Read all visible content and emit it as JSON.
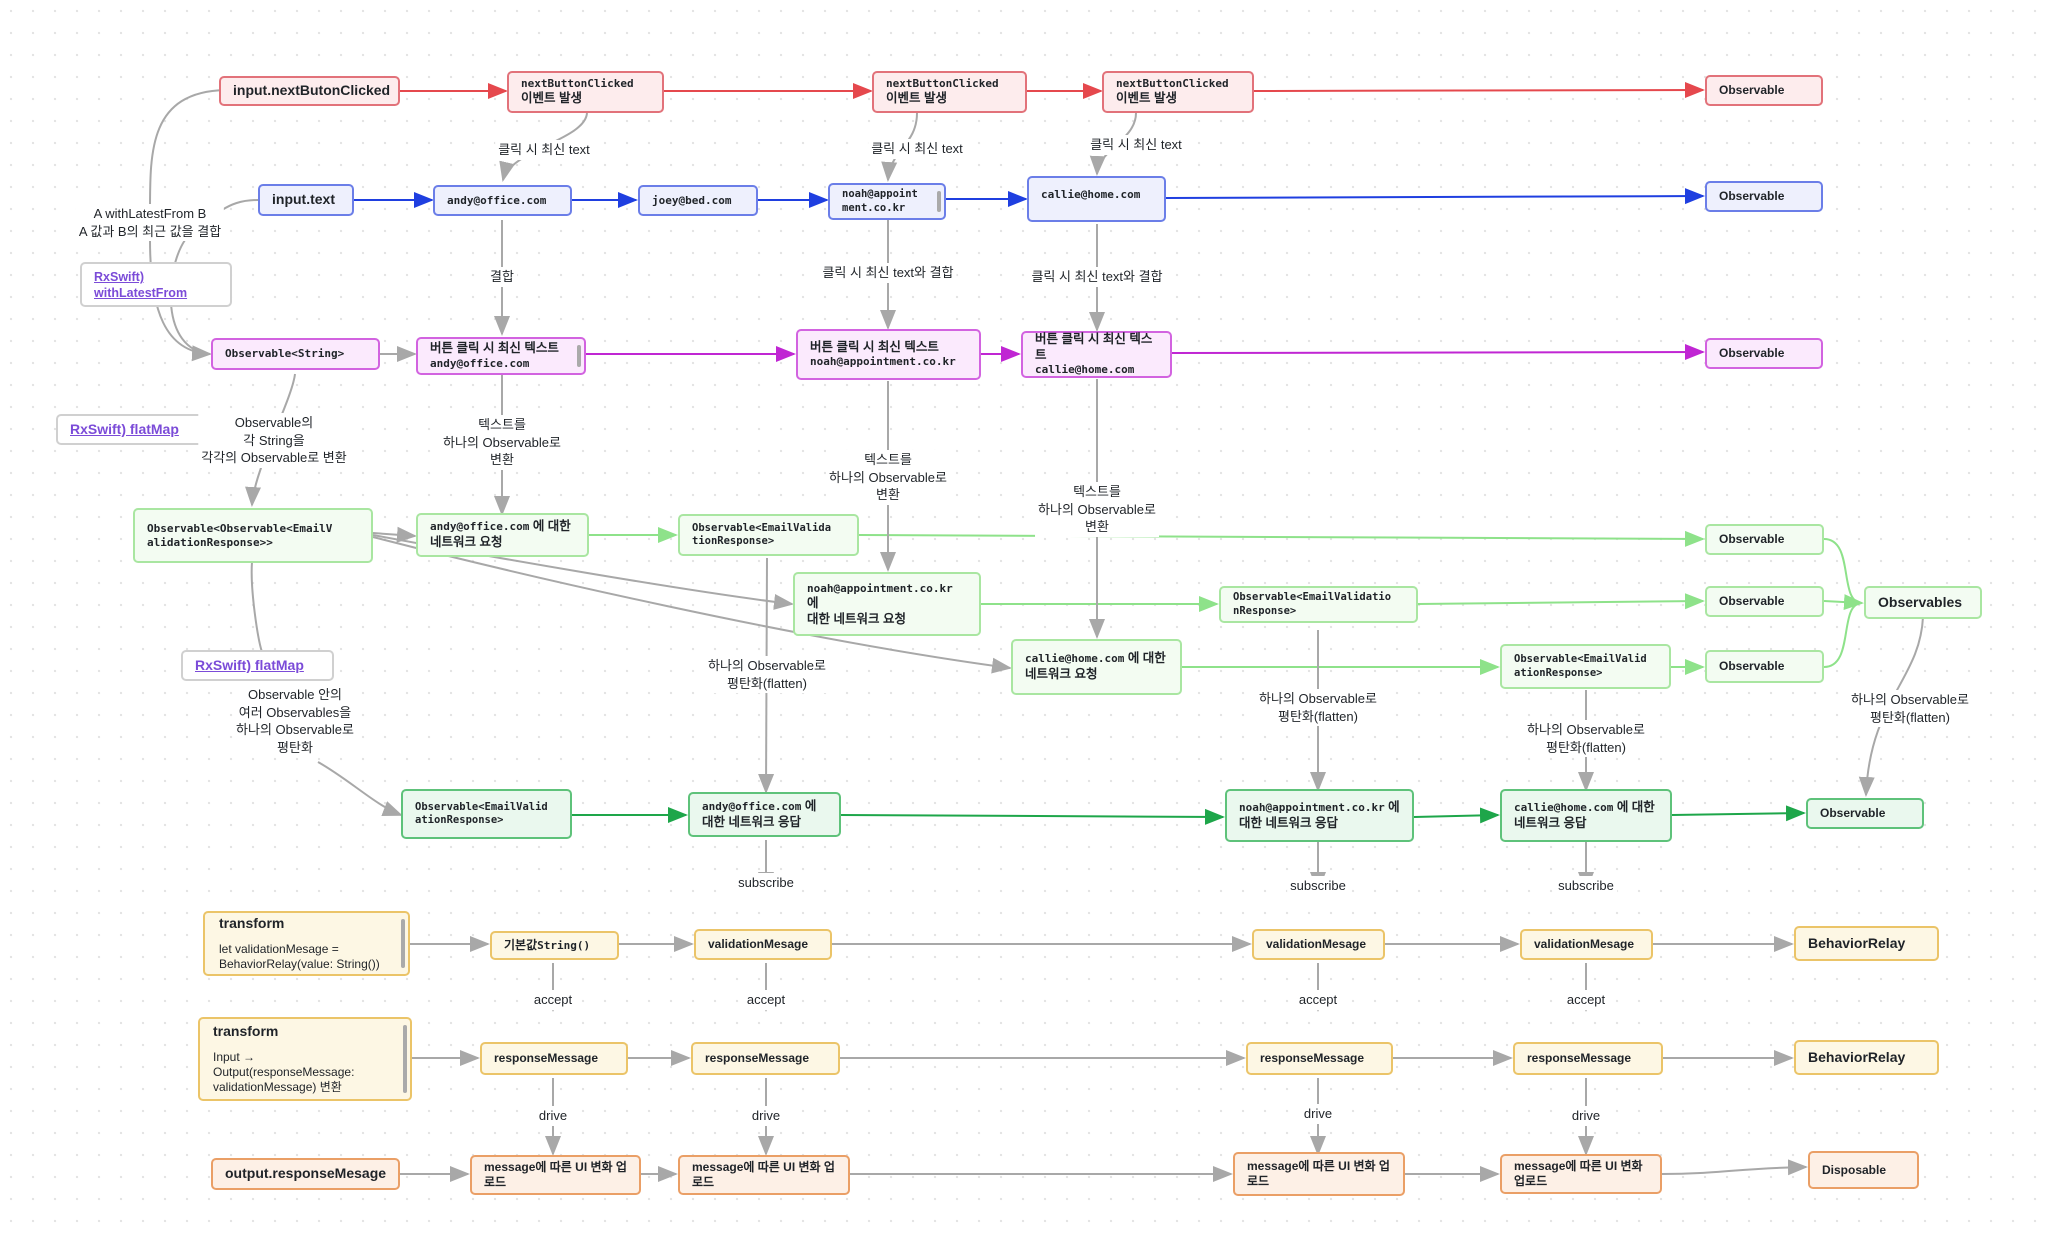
{
  "nodes": {
    "next_clicked": "input.nextButonClicked",
    "ev1_code": "nextButtonClicked",
    "ev1_text": "이벤트 발생",
    "ev2_code": "nextButtonClicked",
    "ev2_text": "이벤트 발생",
    "ev3_code": "nextButtonClicked",
    "ev3_text": "이벤트 발생",
    "obs_red": "Observable",
    "input_text": "input.text",
    "t_andy": "andy@office.com",
    "t_joey": "joey@bed.com",
    "t_noah": "noah@appoint\nment.co.kr",
    "t_callie": "callie@home.com",
    "obs_blue": "Observable",
    "obs_string": "Observable<String>",
    "m1_text": "버튼 클릭 시 최신 텍스트",
    "m1_code": "andy@office.com",
    "m2_text": "버튼 클릭 시 최신 텍스트",
    "m2_code": "noah@appointment.co.kr",
    "m3_text": "버튼 클릭 시 최신 텍스트",
    "m3_code": "callie@home.com",
    "obs_mag": "Observable",
    "obs_nested": "Observable<Observable<EmailV\nalidationResponse>>",
    "req1_code": "andy@office.com",
    "req1_text": " 에 대한\n네트워크 요청",
    "oevr1": "Observable<EmailValida\ntionResponse>",
    "req2_code": "noah@appointment.co.kr",
    "req2_text": " 에\n대한 네트워크 요청",
    "oevr2": "Observable<EmailValidatio\nnResponse>",
    "req3_code": "callie@home.com",
    "req3_text": " 에 대한\n네트워크 요청",
    "oevr3": "Observable<EmailValid\nationResponse>",
    "obs_g1": "Observable",
    "obs_g2": "Observable",
    "obs_g3": "Observable",
    "observables": "Observables",
    "oevr_flat": "Observable<EmailValid\nationResponse>",
    "res1_code": "andy@office.com",
    "res1_text": " 에\n대한 네트워크 응답",
    "res2_code": "noah@appointment.co.kr",
    "res2_text": " 에\n대한 네트워크 응답",
    "res3_code": "callie@home.com",
    "res3_text": " 에 대한\n네트워크 응답",
    "obs_dg": "Observable",
    "default_str_pre": "기본값 ",
    "default_str_code": "String()",
    "vm1": "validationMesage",
    "vm2": "validationMesage",
    "vm3": "validationMesage",
    "behavior1": "BehaviorRelay",
    "rm1": "responseMessage",
    "rm2": "responseMessage",
    "rm3": "responseMessage",
    "rm4": "responseMessage",
    "behavior2": "BehaviorRelay",
    "output": "output.responseMesage",
    "ui1": "message에 따른 UI 변화 업\n로드",
    "ui2": "message에 따른 UI 변화 업\n로드",
    "ui3": "message에 따른 UI 변화 업\n로드",
    "ui4": "message에 따른 UI 변화\n업로드",
    "disposable": "Disposable"
  },
  "transform1": {
    "title": "transform",
    "code": "let validationMesage =\nBehaviorRelay(value: String())"
  },
  "transform2": {
    "title": "transform",
    "code": "Input →\nOutput(responseMessage:\nvalidationMessage) 변환"
  },
  "links": {
    "wlf": "RxSwift)\nwithLatestFrom",
    "flatmap1": "RxSwift) flatMap",
    "flatmap2": "RxSwift) flatMap"
  },
  "labels": {
    "wlf_desc": "A withLatestFrom B\nA 값과 B의 최근 값을 결합",
    "click1": "클릭 시 최신 text",
    "click2": "클릭 시 최신 text",
    "click3": "클릭 시 최신 text",
    "combine": "결합",
    "combine2": "클릭 시 최신 text와 결합",
    "combine3": "클릭 시 최신 text와 결합",
    "obs_each": "Observable의\n각 String을\n각각의 Observable로 변환",
    "to_obs1": "텍스트를\n하나의 Observable로\n변환",
    "to_obs2": "텍스트를\n하나의 Observable로\n변환",
    "to_obs3": "텍스트를\n하나의 Observable로\n변환",
    "flat_desc": "Observable 안의\n여러 Observables을\n하나의 Observable로\n평탄화",
    "flatten1": "하나의 Observable로\n평탄화(flatten)",
    "flatten2": "하나의 Observable로\n평탄화(flatten)",
    "flatten3": "하나의 Observable로\n평탄화(flatten)",
    "flatten4": "하나의 Observable로\n평탄화(flatten)",
    "subscribe1": "subscribe",
    "subscribe2": "subscribe",
    "subscribe3": "subscribe",
    "accept1": "accept",
    "accept2": "accept",
    "accept3": "accept",
    "accept4": "accept",
    "drive1": "drive",
    "drive2": "drive",
    "drive3": "drive",
    "drive4": "drive"
  },
  "colors": {
    "red": "#e5484d",
    "blue": "#1f3fe0",
    "magenta": "#c026d3",
    "lightgreen": "#8ee28a",
    "green": "#1ea64a",
    "gray": "#a8a8a8"
  }
}
